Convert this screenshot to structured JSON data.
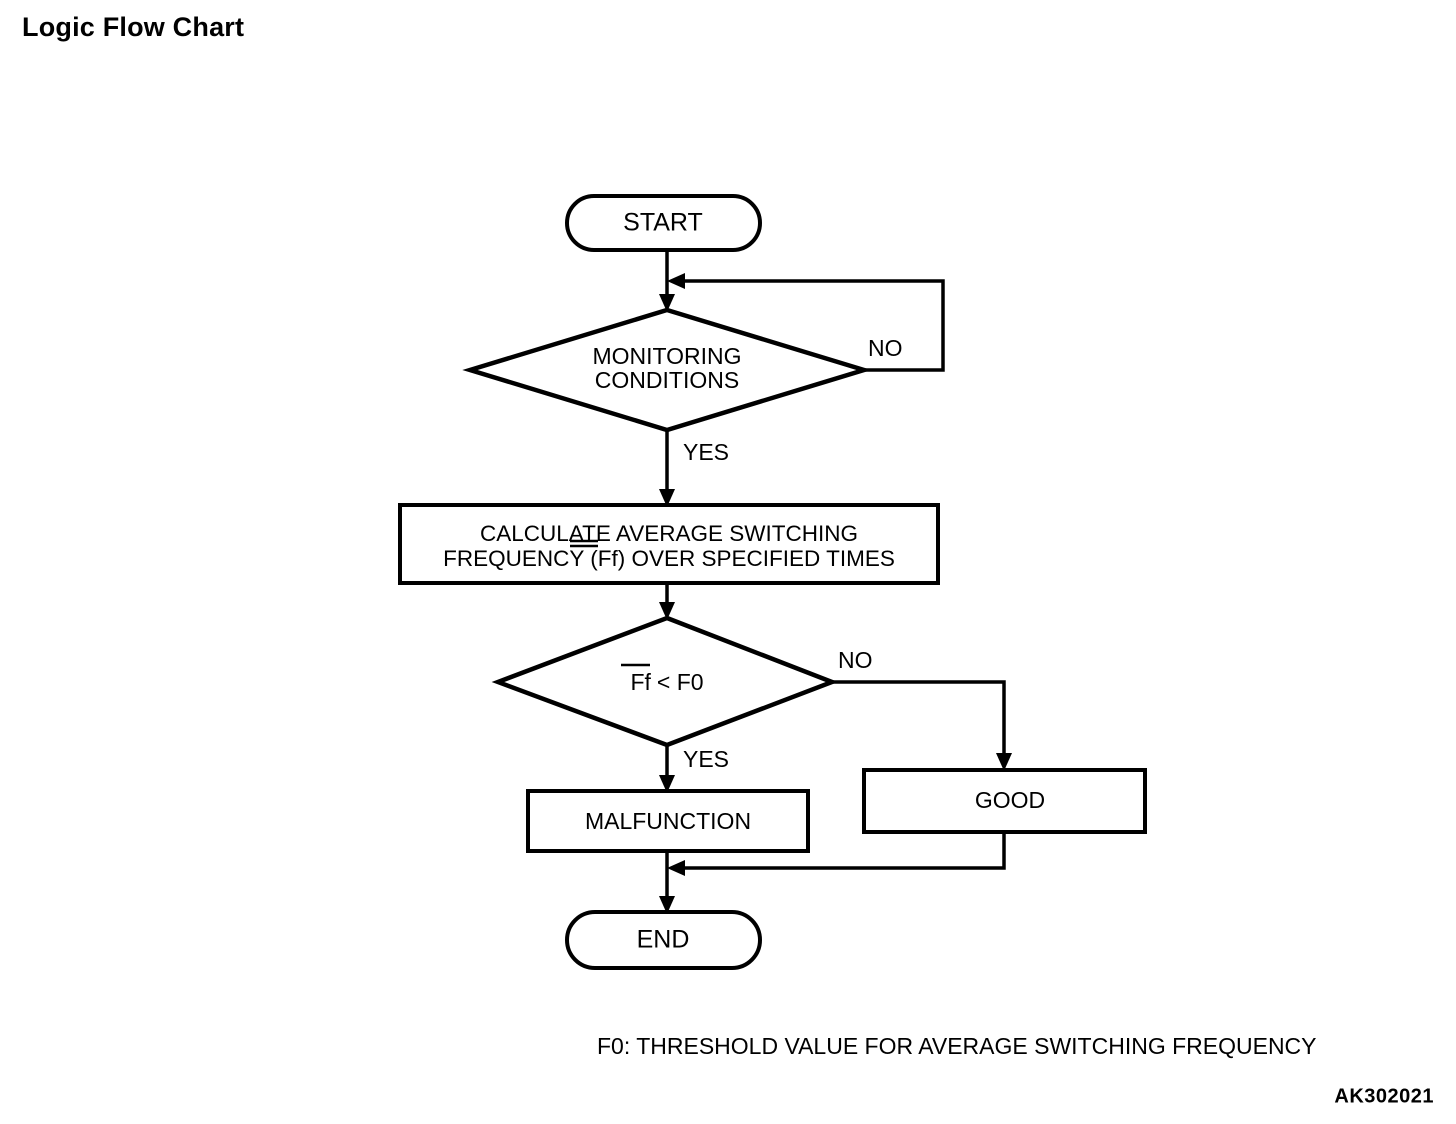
{
  "page": {
    "title": "Logic Flow Chart",
    "background_color": "#ffffff",
    "line_color": "#000000"
  },
  "chart_data": {
    "type": "diagram",
    "diagram_kind": "flowchart",
    "title": "Logic Flow Chart",
    "orientation": "top-to-bottom",
    "nodes": [
      {
        "id": "start",
        "shape": "stadium",
        "label": "START"
      },
      {
        "id": "monitor",
        "shape": "diamond",
        "label": "MONITORING CONDITIONS",
        "label_line1": "MONITORING",
        "label_line2": "CONDITIONS"
      },
      {
        "id": "calculate",
        "shape": "rectangle",
        "label": "CALCULATE AVERAGE SWITCHING FREQUENCY (Ff) OVER SPECIFIED TIMES",
        "label_line1_a": "CALCULATE AVERAGE SWITCHING",
        "label_line2_a": "FREQUENCY (",
        "label_line2_b": "Ff",
        "label_line2_c": ") OVER SPECIFIED TIMES",
        "note": "Ff carries an overbar denoting average"
      },
      {
        "id": "compare",
        "shape": "diamond",
        "label": "Ff < F0",
        "label_var": "Ff",
        "label_rest": "< F0",
        "note": "Ff carries an overbar denoting average"
      },
      {
        "id": "malfunction",
        "shape": "rectangle",
        "label": "MALFUNCTION"
      },
      {
        "id": "good",
        "shape": "rectangle",
        "label": "GOOD"
      },
      {
        "id": "end",
        "shape": "stadium",
        "label": "END"
      }
    ],
    "edges": [
      {
        "from": "start",
        "to": "monitor",
        "label": ""
      },
      {
        "from": "monitor",
        "to": "monitor",
        "label": "NO",
        "note": "loops back above the diamond"
      },
      {
        "from": "monitor",
        "to": "calculate",
        "label": "YES"
      },
      {
        "from": "calculate",
        "to": "compare",
        "label": ""
      },
      {
        "from": "compare",
        "to": "malfunction",
        "label": "YES"
      },
      {
        "from": "compare",
        "to": "good",
        "label": "NO"
      },
      {
        "from": "malfunction",
        "to": "end",
        "label": ""
      },
      {
        "from": "good",
        "to": "end",
        "label": ""
      }
    ],
    "branch_labels": {
      "monitor_no": "NO",
      "monitor_yes": "YES",
      "compare_no": "NO",
      "compare_yes": "YES"
    }
  },
  "footnote": {
    "text": "F0: THRESHOLD VALUE FOR AVERAGE SWITCHING FREQUENCY"
  },
  "figure_code": {
    "text": "AK302021"
  }
}
